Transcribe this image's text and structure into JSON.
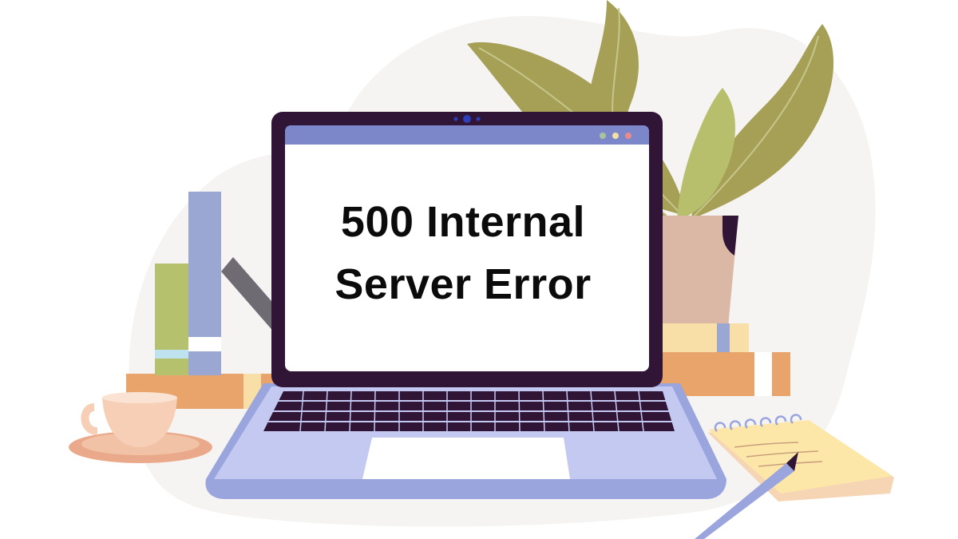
{
  "screen": {
    "error_line_1": "500 Internal",
    "error_line_2": "Server Error"
  },
  "window_controls": {
    "dots": [
      "green-dot",
      "yellow-dot",
      "red-dot"
    ],
    "colors": {
      "green": "#a8c3a0",
      "yellow": "#f3e0a4",
      "red": "#e88b8b"
    }
  },
  "colors": {
    "laptop_frame": "#301537",
    "laptop_base": "#9aa5dd",
    "keyboard_deck": "#c3c9f0",
    "screen_titlebar": "#7b87c9",
    "plant_leaf": "#a6a057",
    "plant_leaf_light": "#b7bf6c",
    "pot": "#dbb7a5",
    "book_orange": "#e9a46c",
    "book_yellow": "#f8dea7",
    "book_blue": "#9ba7d3",
    "book_green": "#b6c16e",
    "cup": "#f6cfb6",
    "notepad": "#fde7a8",
    "pencil": "#9aa5dd",
    "blob_background": "#f4f4f4"
  }
}
